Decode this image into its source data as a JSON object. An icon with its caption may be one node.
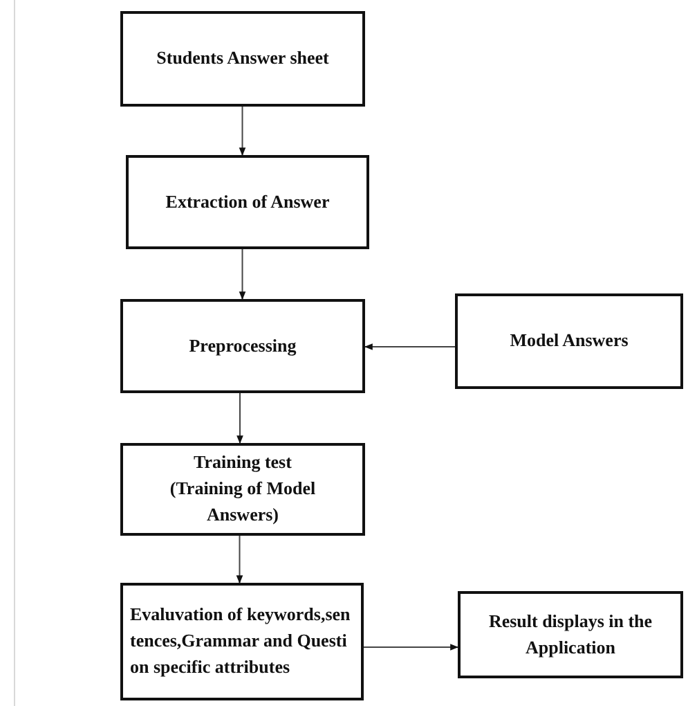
{
  "diagram": {
    "nodes": [
      {
        "text": [
          "Students Answer sheet"
        ]
      },
      {
        "text": [
          "Extraction of Answer"
        ]
      },
      {
        "text": [
          "Preprocessing"
        ]
      },
      {
        "text": [
          "Model Answers"
        ]
      },
      {
        "text": [
          "Training test (Training of Model Answers)"
        ]
      },
      {
        "text": [
          "Evaluvation of keywords,sentences,Grammar and Question specific attributes"
        ]
      },
      {
        "text": [
          "Result displays in the Application"
        ]
      }
    ],
    "edges": [
      {
        "from": 0,
        "to": 1,
        "arrow": "to"
      },
      {
        "from": 1,
        "to": 2,
        "arrow": "to"
      },
      {
        "from": 3,
        "to": 2,
        "arrow": "to"
      },
      {
        "from": 2,
        "to": 4,
        "arrow": "to"
      },
      {
        "from": 4,
        "to": 5,
        "arrow": "to"
      },
      {
        "from": 5,
        "to": 6,
        "arrow": "to"
      }
    ]
  }
}
